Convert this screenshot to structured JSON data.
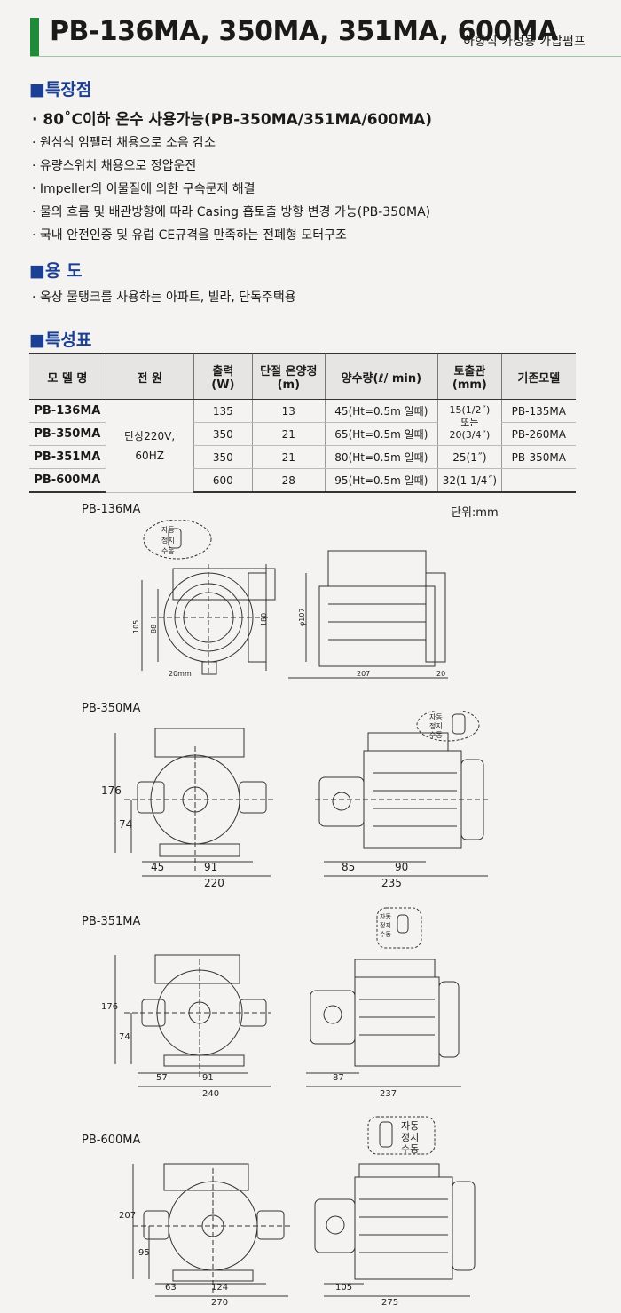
{
  "header": {
    "title": "PB-136MA, 350MA, 351MA, 600MA",
    "subtitle": "하향식 가정용 가압펌프"
  },
  "features": {
    "heading": "■특장점",
    "items": [
      "· 80˚C이하 온수 사용가능(PB-350MA/351MA/600MA)",
      "· 원심식 임펠러 채용으로 소음 감소",
      "· 유량스위치 채용으로 정압운전",
      "· Impeller의 이물질에 의한 구속문제 해결",
      "· 물의 흐름 및 배관방향에 따라 Casing 흡토출 방향 변경 가능(PB-350MA)",
      "· 국내 안전인증 및 유럽 CE규격을 만족하는 전폐형 모터구조"
    ]
  },
  "usage": {
    "heading": "■용 도",
    "items": [
      "· 옥상 물탱크를 사용하는 아파트, 빌라, 단독주택용"
    ]
  },
  "specs": {
    "heading": "■특성표",
    "headers": [
      "모 델 명",
      "전 원",
      "출력\n(W)",
      "단절 온양정\n(m)",
      "양수량(ℓ/ min)",
      "토출관\n(mm)",
      "기존모델"
    ],
    "power": "단상220V,\n60HZ",
    "rows": [
      {
        "model": "PB-136MA",
        "output": "135",
        "head": "13",
        "flow": "45(Ht=0.5m 일때)",
        "legacy": "PB-135MA"
      },
      {
        "model": "PB-350MA",
        "output": "350",
        "head": "21",
        "flow": "65(Ht=0.5m 일때)",
        "legacy": "PB-260MA"
      },
      {
        "model": "PB-351MA",
        "output": "350",
        "head": "21",
        "flow": "80(Ht=0.5m 일때)",
        "legacy": "PB-350MA"
      },
      {
        "model": "PB-600MA",
        "output": "600",
        "head": "28",
        "flow": "95(Ht=0.5m 일때)",
        "legacy": ""
      }
    ],
    "pipe_1_2": "15(1/2˝)\n또는\n20(3/4˝)",
    "pipe_3": "25(1˝)",
    "pipe_4": "32(1 1/4˝)"
  },
  "diagrams": {
    "unit": "단위:mm",
    "switch_labels": [
      "자동",
      "정지",
      "수동"
    ],
    "pb136": {
      "label": "PB-136MA",
      "dims": {
        "h1": "105",
        "h2": "88",
        "h3": "180",
        "d": "φ107",
        "w": "207",
        "w2": "20",
        "pipe": "20mm"
      }
    },
    "pb350": {
      "label": "PB-350MA",
      "dims": {
        "h1": "176",
        "h2": "74",
        "a": "45",
        "b": "91",
        "c": "220",
        "d": "85",
        "e": "90",
        "f": "235"
      }
    },
    "pb351": {
      "label": "PB-351MA",
      "dims": {
        "h1": "176",
        "h2": "74",
        "a": "57",
        "b": "91",
        "c": "240",
        "d": "87",
        "f": "237"
      }
    },
    "pb600": {
      "label": "PB-600MA",
      "dims": {
        "h1": "207",
        "h2": "95",
        "a": "63",
        "b": "124",
        "c": "270",
        "d": "105",
        "f": "275"
      }
    }
  }
}
